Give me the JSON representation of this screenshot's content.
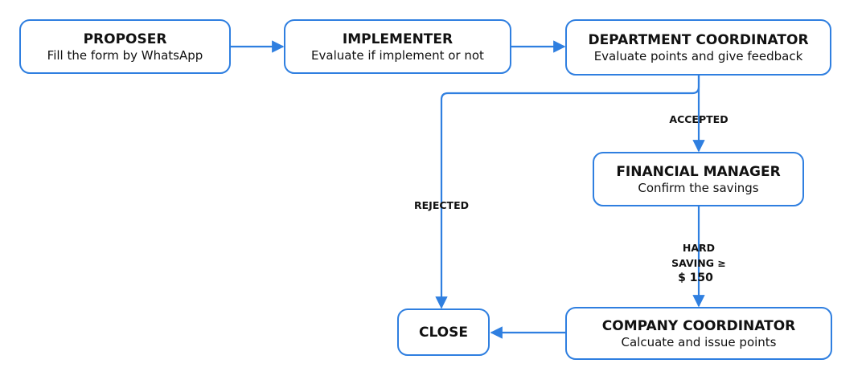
{
  "style": {
    "line_color": "#2f7fe0",
    "text_color": "#111111",
    "background": "#ffffff"
  },
  "nodes": {
    "proposer": {
      "title": "PROPOSER",
      "subtitle": "Fill the form by WhatsApp"
    },
    "implementer": {
      "title": "IMPLEMENTER",
      "subtitle": "Evaluate if implement or not"
    },
    "department_coordinator": {
      "title": "DEPARTMENT COORDINATOR",
      "subtitle": "Evaluate points and give feedback"
    },
    "financial_manager": {
      "title": "FINANCIAL MANAGER",
      "subtitle": "Confirm the savings"
    },
    "company_coordinator": {
      "title": "COMPANY COORDINATOR",
      "subtitle": "Calcuate and issue points"
    },
    "close": {
      "title": "CLOSE"
    }
  },
  "edges": {
    "accepted": "ACCEPTED",
    "rejected": "REJECTED",
    "hard_saving": {
      "line1": "HARD",
      "line2": "SAVING ≥",
      "line3": "$ 150"
    }
  }
}
